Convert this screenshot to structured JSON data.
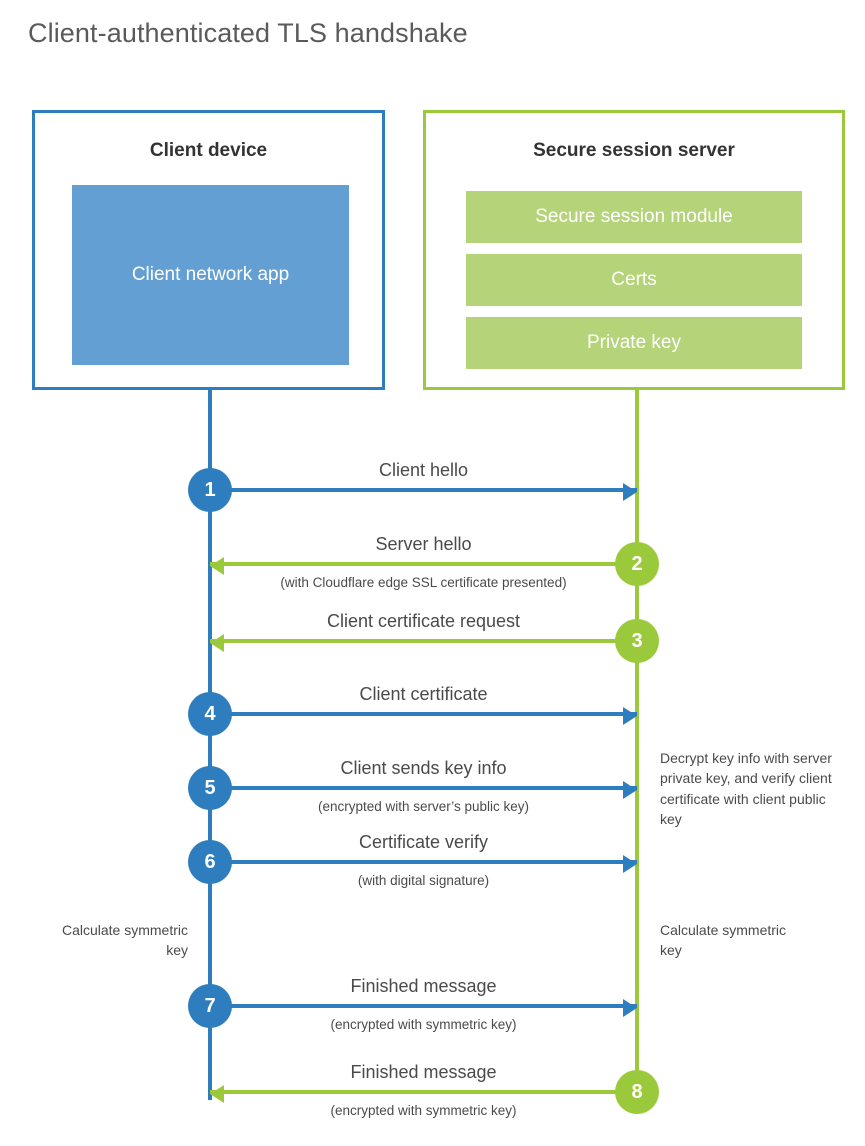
{
  "title": "Client-authenticated TLS handshake",
  "colors": {
    "client_blue": "#2e7dbe",
    "client_app_blue": "#649fd3",
    "server_green": "#9aca3c",
    "server_bar_green": "#b5d47a",
    "text_gray": "#4a4a4a",
    "title_gray": "#5a5a5a",
    "heading_dark": "#333333"
  },
  "client": {
    "title": "Client device",
    "app_label": "Client network app"
  },
  "server": {
    "title": "Secure session server",
    "bars": [
      {
        "label": "Secure session module"
      },
      {
        "label": "Certs"
      },
      {
        "label": "Private key"
      }
    ]
  },
  "steps": [
    {
      "number": "1",
      "direction": "client-to-server",
      "color": "blue",
      "label": "Client hello",
      "sub": ""
    },
    {
      "number": "2",
      "direction": "server-to-client",
      "color": "green",
      "label": "Server hello",
      "sub": "(with Cloudflare edge SSL certificate presented)"
    },
    {
      "number": "3",
      "direction": "server-to-client",
      "color": "green",
      "label": "Client certificate request",
      "sub": ""
    },
    {
      "number": "4",
      "direction": "client-to-server",
      "color": "blue",
      "label": "Client certificate",
      "sub": ""
    },
    {
      "number": "5",
      "direction": "client-to-server",
      "color": "blue",
      "label": "Client sends key info",
      "sub": "(encrypted with server’s public key)"
    },
    {
      "number": "6",
      "direction": "client-to-server",
      "color": "blue",
      "label": "Certificate verify",
      "sub": "(with digital signature)"
    },
    {
      "number": "7",
      "direction": "client-to-server",
      "color": "blue",
      "label": "Finished message",
      "sub": "(encrypted with symmetric key)"
    },
    {
      "number": "8",
      "direction": "server-to-client",
      "color": "green",
      "label": "Finished message",
      "sub": "(encrypted with symmetric key)"
    }
  ],
  "annotations": {
    "server_decrypt": "Decrypt key info with server private key, and verify client certificate with client public key",
    "client_calculate": "Calculate symmetric key",
    "server_calculate": "Calculate symmetric key"
  }
}
